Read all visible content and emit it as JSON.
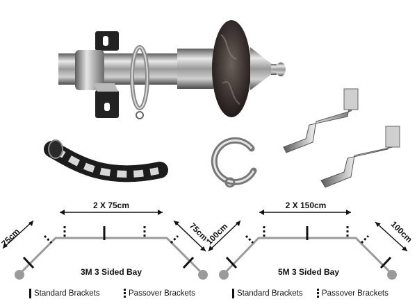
{
  "product_images": {
    "pole_assembly": "curtain-pole-with-finial-ring-bracket",
    "bendable_joint": "flexible-bay-joint",
    "open_ring": "passover-ring",
    "passover_brackets": "passover-brackets"
  },
  "colors": {
    "pole_grey": "#9a9a9a",
    "dark": "#111111",
    "finial": "#3a3230"
  },
  "diagrams": [
    {
      "title": "3M  3 Sided Bay",
      "center_span": "2 X 75cm",
      "left_side": "75cm",
      "right_side": "75cm"
    },
    {
      "title": "5M  3 Sided Bay",
      "center_span": "2 X 150cm",
      "left_side": "100cm",
      "right_side": "100cm"
    }
  ],
  "legend": [
    {
      "label": "Standard Brackets",
      "icon": "solid-bar"
    },
    {
      "label": "Passover Brackets",
      "icon": "dotted-bar"
    },
    {
      "label": "Standard Brackets",
      "icon": "solid-bar"
    },
    {
      "label": "Passover Brackets",
      "icon": "dotted-bar"
    }
  ]
}
